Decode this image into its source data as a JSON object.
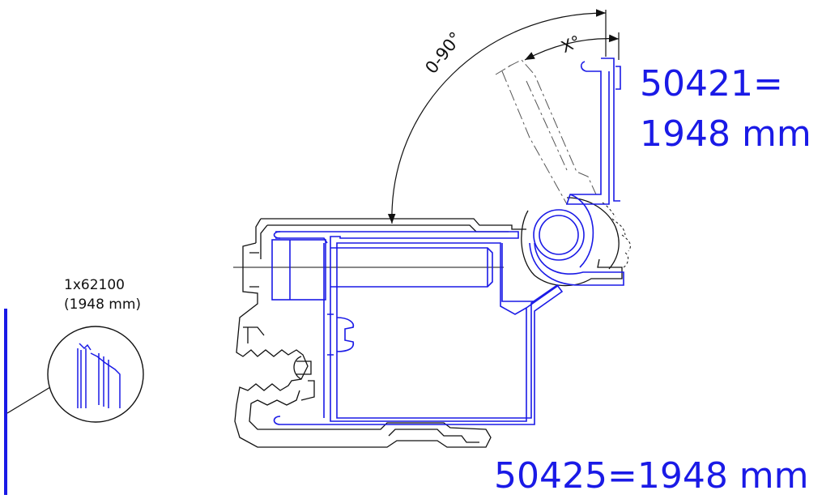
{
  "labels": {
    "part_top_line1": "50421=",
    "part_top_line2": "1948 mm",
    "part_bottom": "50425=1948 mm",
    "detail_line1": "1x62100",
    "detail_line2": "(1948 mm)",
    "angle_range": "0-90°",
    "angle_x": "X°"
  },
  "colors": {
    "profile_blue": "#1a1ae6",
    "outline": "#111111"
  }
}
